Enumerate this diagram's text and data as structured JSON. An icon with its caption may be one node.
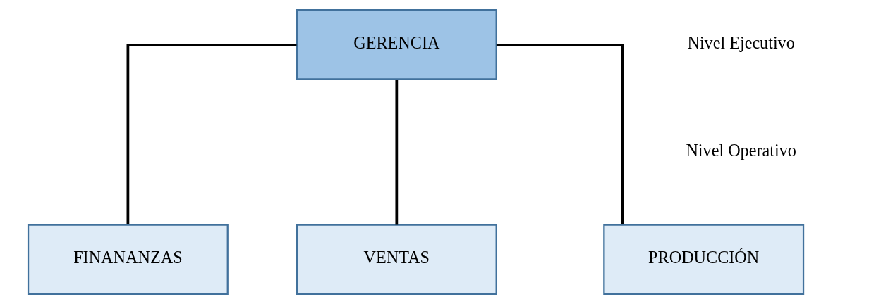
{
  "diagram": {
    "nodes": [
      {
        "text": [
          "GERENCIA"
        ]
      },
      {
        "text": [
          "PRODUCCIÓN"
        ]
      },
      {
        "text": [
          "FINANANZAS"
        ]
      },
      {
        "text": [
          "VENTAS"
        ]
      }
    ],
    "edges": [
      {
        "from": 0,
        "to": 1,
        "arrow": "none"
      },
      {
        "from": 0,
        "to": 2,
        "arrow": "none"
      },
      {
        "from": 0,
        "to": 3,
        "arrow": "none"
      }
    ],
    "labels": [
      "Nivel Ejecutivo",
      "Nivel Operativo"
    ]
  }
}
